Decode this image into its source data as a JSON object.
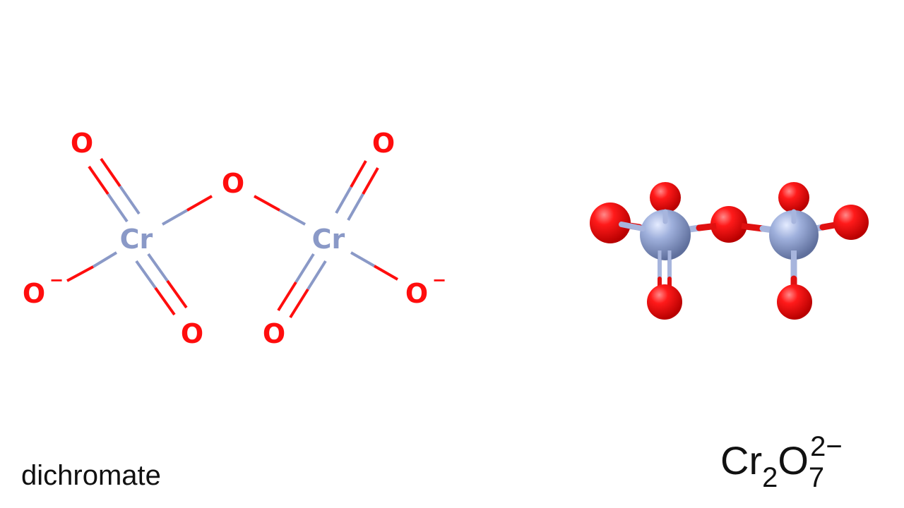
{
  "molecule": {
    "name": "dichromate",
    "formula": {
      "element1": "Cr",
      "count1": "2",
      "element2": "O",
      "count2": "7",
      "charge": "2−"
    }
  },
  "structure_2d": {
    "atoms": [
      {
        "id": "cr1",
        "symbol": "Cr"
      },
      {
        "id": "cr2",
        "symbol": "Cr"
      },
      {
        "id": "o-bridge",
        "symbol": "O"
      },
      {
        "id": "o1-top",
        "symbol": "O"
      },
      {
        "id": "o1-bottom",
        "symbol": "O"
      },
      {
        "id": "o1-minus",
        "symbol": "O",
        "charge": "−"
      },
      {
        "id": "o2-top",
        "symbol": "O"
      },
      {
        "id": "o2-bottom",
        "symbol": "O"
      },
      {
        "id": "o2-minus",
        "symbol": "O",
        "charge": "−"
      }
    ]
  },
  "colors": {
    "oxygen": "#ff0d0d",
    "chromium": "#8a99c7",
    "text": "#111111"
  }
}
